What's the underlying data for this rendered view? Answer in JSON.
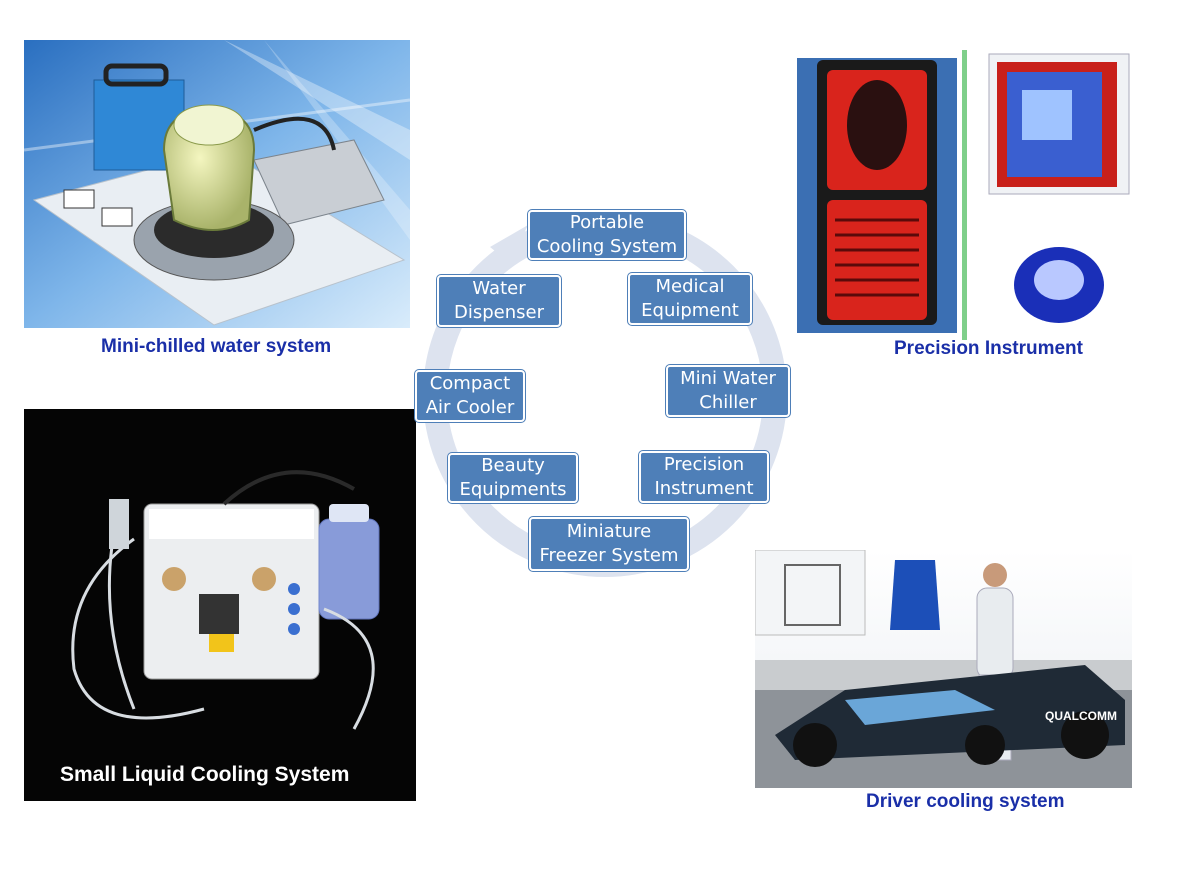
{
  "cycle": {
    "nodes": [
      {
        "line1": "Portable",
        "line2": "Cooling System"
      },
      {
        "line1": "Medical",
        "line2": "Equipment"
      },
      {
        "line1": "Mini Water",
        "line2": "Chiller"
      },
      {
        "line1": "Precision",
        "line2": "Instrument"
      },
      {
        "line1": "Miniature",
        "line2": "Freezer System"
      },
      {
        "line1": "Beauty",
        "line2": "Equipments"
      },
      {
        "line1": "Compact",
        "line2": "Air Cooler"
      },
      {
        "line1": "Water",
        "line2": "Dispenser"
      }
    ]
  },
  "photos": {
    "water": {
      "caption": "Mini-chilled water system"
    },
    "precision": {
      "caption": "Precision Instrument"
    },
    "liquid": {
      "caption": "Small Liquid Cooling System"
    },
    "driver": {
      "caption": "Driver cooling system",
      "car_brand": "QUALCOMM"
    }
  },
  "colors": {
    "node_fill": "#4e7fb8",
    "caption": "#1a2fa8",
    "ring": "#dde3ef"
  }
}
